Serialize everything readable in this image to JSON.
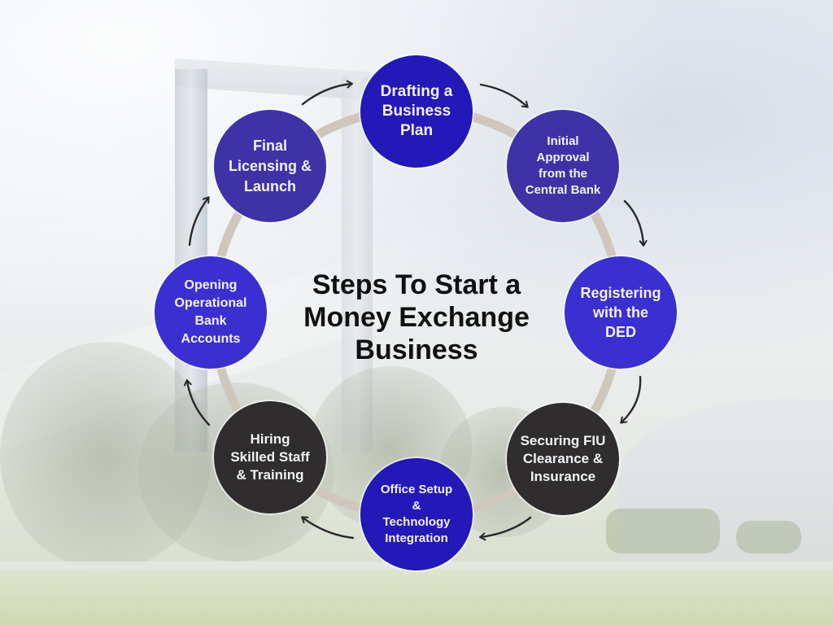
{
  "title": "Steps To Start a\nMoney Exchange\nBusiness",
  "colors": {
    "royal_blue": "#2318b8",
    "indigo": "#3d33a6",
    "bright_blue": "#3a2fd0",
    "dark_gray": "#2f2d2e",
    "ring": "#cfc7bb",
    "arrow": "#2a2a2a",
    "text": "#f2f2f6"
  },
  "steps": [
    {
      "id": "drafting-business-plan",
      "label": "Drafting a\nBusiness\nPlan",
      "color": "#2318b8"
    },
    {
      "id": "initial-approval-central-bank",
      "label": "Initial\nApproval\nfrom the\nCentral Bank",
      "color": "#3d33a6"
    },
    {
      "id": "registering-with-ded",
      "label": "Registering\nwith the\nDED",
      "color": "#3a2fd0"
    },
    {
      "id": "securing-fiu-clearance-insurance",
      "label": "Securing FIU\nClearance &\nInsurance",
      "color": "#2f2d2e"
    },
    {
      "id": "office-setup-technology",
      "label": "Office Setup\n&\nTechnology\nIntegration",
      "color": "#2318b8"
    },
    {
      "id": "hiring-skilled-staff",
      "label": "Hiring\nSkilled Staff\n& Training",
      "color": "#2f2d2e"
    },
    {
      "id": "opening-bank-accounts",
      "label": "Opening\nOperational\nBank\nAccounts",
      "color": "#3a2fd0"
    },
    {
      "id": "final-licensing-launch",
      "label": "Final\nLicensing &\nLaunch",
      "color": "#3d33a6"
    }
  ]
}
